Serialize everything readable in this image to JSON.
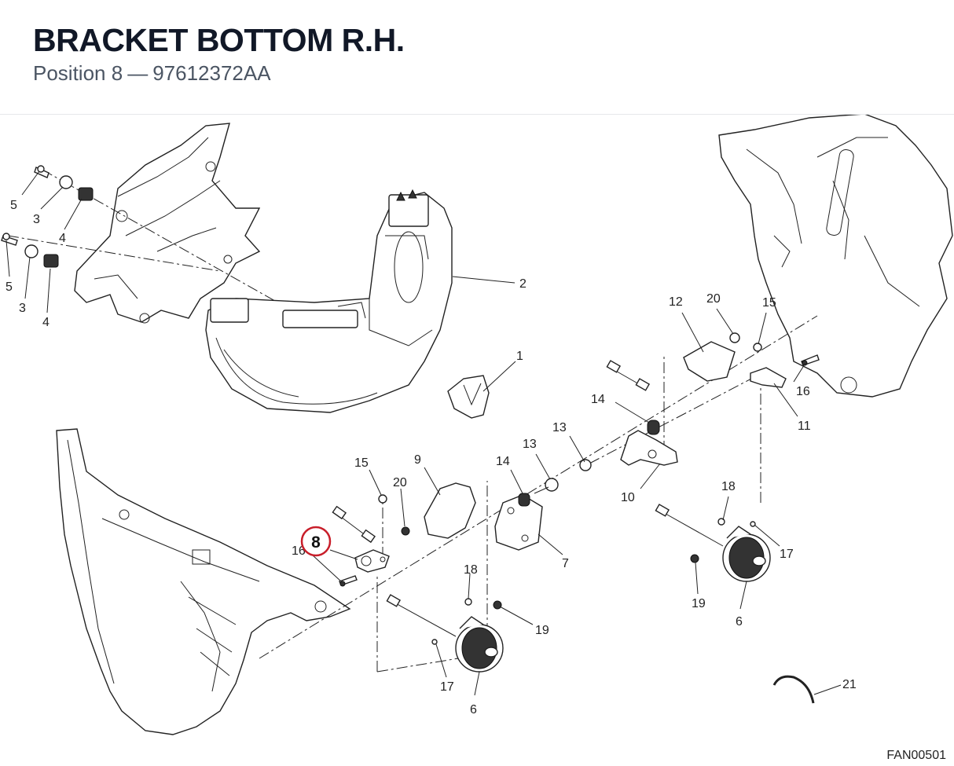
{
  "header": {
    "title": "BRACKET BOTTOM R.H.",
    "position_label": "Position 8",
    "separator": "—",
    "part_number": "97612372AA"
  },
  "highlight": {
    "callout": "8",
    "color": "#c81e2a"
  },
  "callouts": [
    "5",
    "3",
    "4",
    "5",
    "3",
    "4",
    "2",
    "1",
    "12",
    "20",
    "15",
    "16",
    "11",
    "14",
    "13",
    "10",
    "15",
    "9",
    "20",
    "14",
    "13",
    "7",
    "16",
    "18",
    "17",
    "19",
    "18",
    "19",
    "6",
    "17",
    "6",
    "21"
  ],
  "drawing_code": "FAN00501"
}
